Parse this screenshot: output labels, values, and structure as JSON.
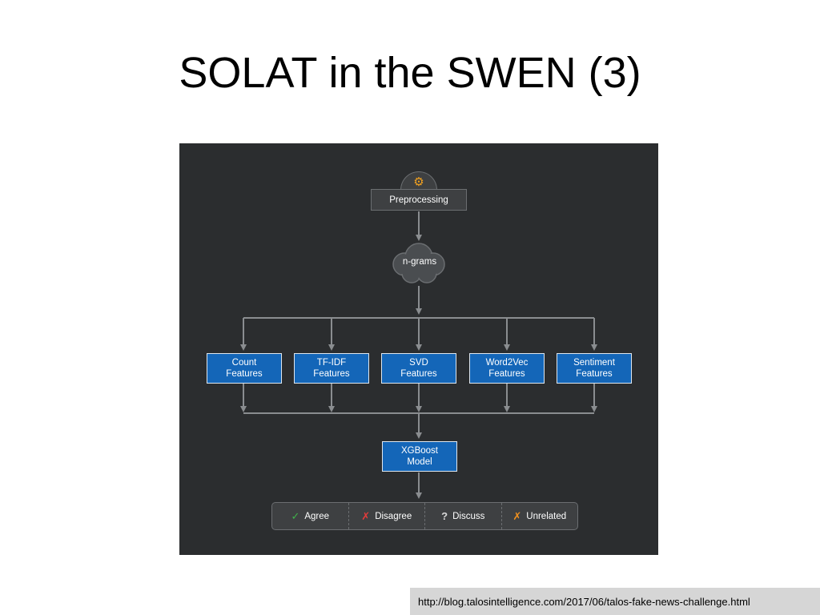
{
  "slide": {
    "title": "SOLAT in the SWEN (3)",
    "source_url": "http://blog.talosintelligence.com/2017/06/talos-fake-news-challenge.html"
  },
  "diagram": {
    "preprocessing": {
      "label": "Preprocessing",
      "icon": "gears-icon"
    },
    "ngrams": {
      "label": "n-grams"
    },
    "features": [
      {
        "line1": "Count",
        "line2": "Features"
      },
      {
        "line1": "TF-IDF",
        "line2": "Features"
      },
      {
        "line1": "SVD",
        "line2": "Features"
      },
      {
        "line1": "Word2Vec",
        "line2": "Features"
      },
      {
        "line1": "Sentiment",
        "line2": "Features"
      }
    ],
    "model": {
      "line1": "XGBoost",
      "line2": "Model"
    },
    "outputs": [
      {
        "label": "Agree",
        "icon": "check-icon",
        "icon_glyph": "✓",
        "color": "#3fb24a"
      },
      {
        "label": "Disagree",
        "icon": "x-icon",
        "icon_glyph": "✗",
        "color": "#e23b3b"
      },
      {
        "label": "Discuss",
        "icon": "question-icon",
        "icon_glyph": "?",
        "color": "#d8d8d8"
      },
      {
        "label": "Unrelated",
        "icon": "x-icon",
        "icon_glyph": "✗",
        "color": "#f0901e"
      }
    ],
    "colors": {
      "background": "#2b2d2f",
      "feature_box": "#1466b8",
      "connector": "#8a8d90",
      "gear": "#f0a020"
    }
  }
}
